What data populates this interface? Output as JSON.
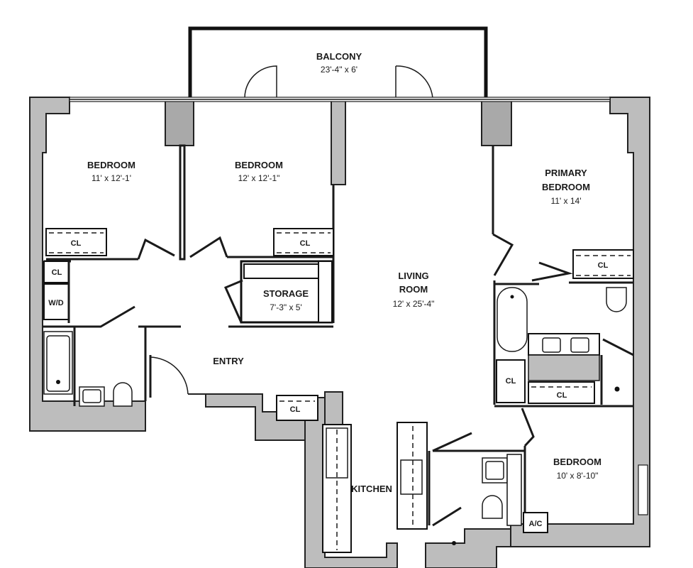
{
  "rooms": {
    "balcony": {
      "name": "BALCONY",
      "dims": "23'-4\" x 6'"
    },
    "bedroom1": {
      "name": "BEDROOM",
      "dims": "11' x 12'-1'"
    },
    "bedroom2": {
      "name": "BEDROOM",
      "dims": "12' x 12'-1\""
    },
    "primary": {
      "name_line1": "PRIMARY",
      "name_line2": "BEDROOM",
      "dims": "11' x 14'"
    },
    "living": {
      "name_line1": "LIVING",
      "name_line2": "ROOM",
      "dims": "12' x 25'-4\""
    },
    "storage": {
      "name": "STORAGE",
      "dims": "7'-3\" x 5'"
    },
    "entry": {
      "name": "ENTRY"
    },
    "kitchen": {
      "name": "KITCHEN"
    },
    "bedroom3": {
      "name": "BEDROOM",
      "dims": "10' x 8'-10\""
    }
  },
  "fixtures": {
    "closet": "CL",
    "washer_dryer": "W/D",
    "ac": "A/C"
  }
}
